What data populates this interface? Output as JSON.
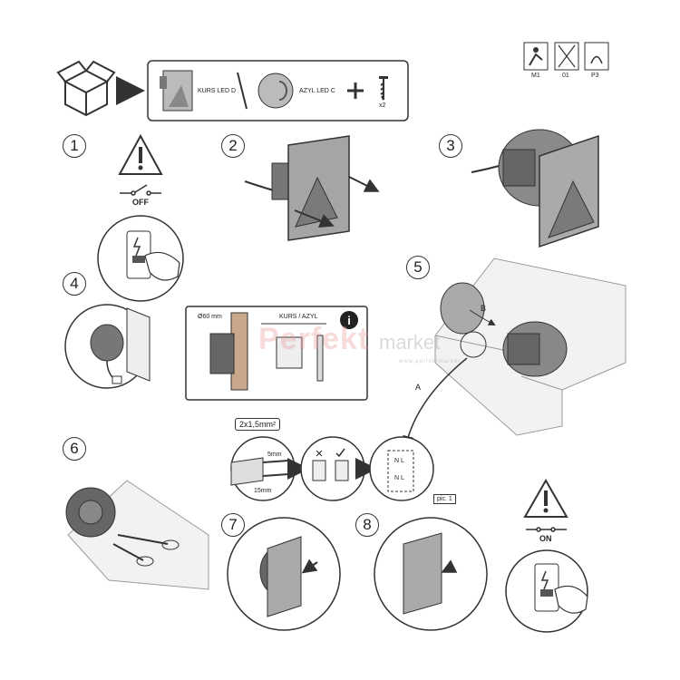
{
  "package": {
    "product_left": "KURS LED D",
    "product_right": "AZYL LED C",
    "screw_count": "x2"
  },
  "badges": [
    "M1",
    "01",
    "P3"
  ],
  "steps": [
    {
      "number": "1"
    },
    {
      "number": "2"
    },
    {
      "number": "3"
    },
    {
      "number": "4"
    },
    {
      "number": "5"
    },
    {
      "number": "6"
    },
    {
      "number": "7"
    },
    {
      "number": "8"
    }
  ],
  "switch_off_label": "OFF",
  "switch_on_label": "ON",
  "info_box": {
    "diameter": "Ø60 mm",
    "models": "KURS / AZYL"
  },
  "callouts": {
    "a": "A",
    "b": "B"
  },
  "wiring": {
    "cable_spec": "2x1,5mm²",
    "strip_short": "5mm",
    "strip_long": "15mm",
    "terminal_top": "N L",
    "terminal_bottom": "N L",
    "picture_ref": "pic. 1"
  },
  "watermark": {
    "main": "Perfekt",
    "suffix": "market",
    "url": "www.perfektmarket"
  },
  "colors": {
    "line": "#3a3a3a",
    "panel": "#9a9a9a",
    "panel_dark": "#6f6f6f",
    "accent_red": "#d23c3c"
  }
}
